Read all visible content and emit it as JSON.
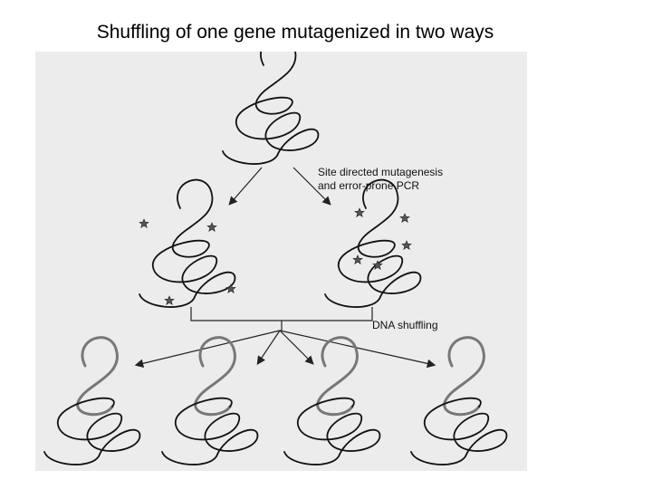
{
  "slide": {
    "title": "Shuffling of one gene mutagenized in two ways"
  },
  "figure": {
    "label_mutagenesis_line1": "Site directed mutagenesis",
    "label_mutagenesis_line2": "and error-prone PCR",
    "label_shuffling": "DNA shuffling",
    "colors": {
      "background": "#ececec",
      "strand": "#111111",
      "shuffled_segment": "#777777",
      "mutation_star": "#555555"
    },
    "icons": {
      "mutation": "star-icon",
      "flow": "arrow-icon"
    }
  }
}
